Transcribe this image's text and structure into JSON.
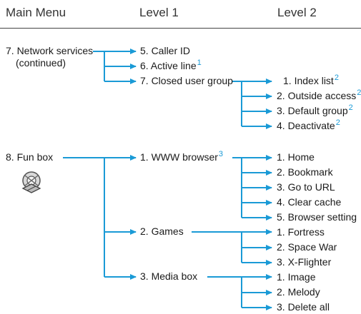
{
  "headers": {
    "main_menu": "Main Menu",
    "level1": "Level 1",
    "level2": "Level 2"
  },
  "network_services": {
    "title_line1": "7. Network services",
    "title_line2": "(continued)",
    "level1": [
      {
        "label": "5. Caller ID",
        "note": ""
      },
      {
        "label": "6. Active line",
        "note": "1"
      },
      {
        "label": "7. Closed user group",
        "note": ""
      }
    ],
    "closed_user_group": [
      {
        "label": "1. Index list",
        "note": "2"
      },
      {
        "label": "2. Outside access",
        "note": "2"
      },
      {
        "label": "3. Default group",
        "note": "2"
      },
      {
        "label": "4. Deactivate",
        "note": "2"
      }
    ]
  },
  "fun_box": {
    "title": "8. Fun box",
    "icon": "fun-box-icon",
    "level1": [
      {
        "label": "1. WWW browser",
        "note": "3"
      },
      {
        "label": "2. Games",
        "note": ""
      },
      {
        "label": "3. Media box",
        "note": ""
      }
    ],
    "www_browser": [
      "1. Home",
      "2. Bookmark",
      "3. Go to URL",
      "4. Clear cache",
      "5. Browser setting"
    ],
    "games": [
      "1. Fortress",
      "2. Space War",
      "3. X-Flighter"
    ],
    "media_box": [
      "1. Image",
      "2. Melody",
      "3. Delete all"
    ]
  },
  "colors": {
    "arrow": "#1a9ad6",
    "text": "#1a1a1a",
    "note": "#1a9ad6"
  }
}
